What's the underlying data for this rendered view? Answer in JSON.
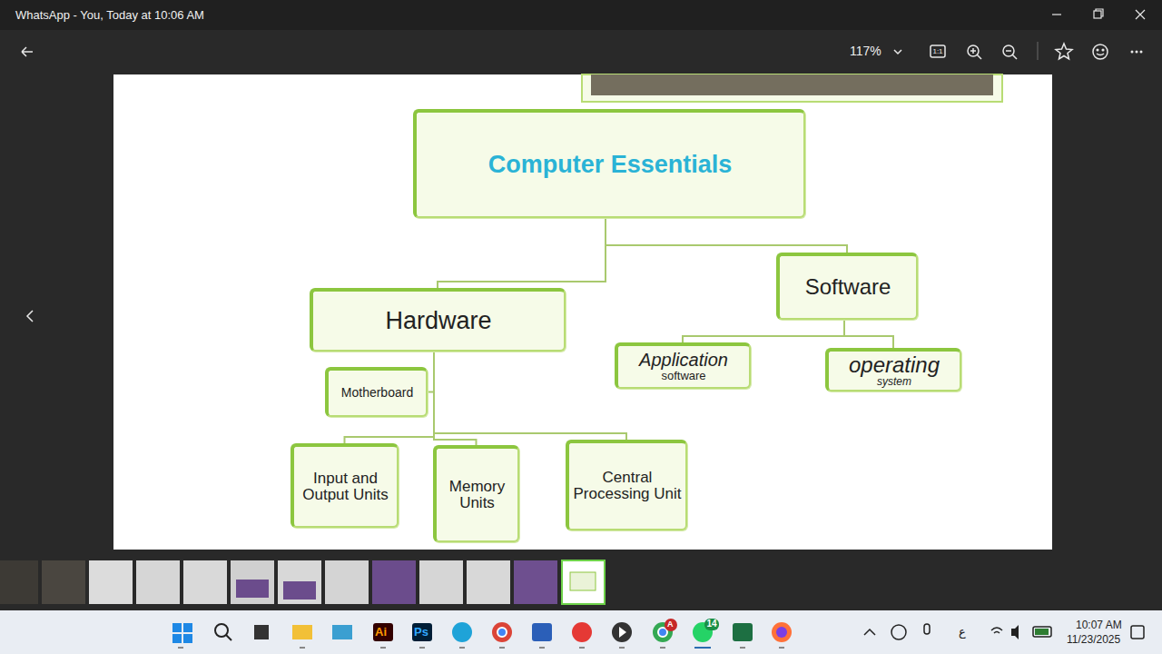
{
  "diagram": {
    "nodes": [
      {
        "text": [
          "Computer Essentials"
        ]
      },
      {
        "text": [
          "Hardware"
        ]
      },
      {
        "text": [
          "Software"
        ]
      },
      {
        "text": [
          "Application",
          "software"
        ]
      },
      {
        "text": [
          "operating",
          "system"
        ]
      },
      {
        "text": [
          "Motherboard"
        ]
      },
      {
        "text": [
          "Input and Output Units"
        ]
      },
      {
        "text": [
          "Memory Units"
        ]
      },
      {
        "text": [
          "Central Processing Unit"
        ]
      }
    ],
    "edges": [
      {
        "from": 0,
        "to": 1,
        "arrow": "none"
      },
      {
        "from": 0,
        "to": 2,
        "arrow": "none"
      },
      {
        "from": 2,
        "to": 3,
        "arrow": "none"
      },
      {
        "from": 2,
        "to": 4,
        "arrow": "none"
      },
      {
        "from": 1,
        "to": 5,
        "arrow": "none"
      },
      {
        "from": 1,
        "to": 6,
        "arrow": "none"
      },
      {
        "from": 1,
        "to": 7,
        "arrow": "none"
      },
      {
        "from": 1,
        "to": 8,
        "arrow": "none"
      }
    ],
    "labels": [
      "WhatsApp - You, Today at 10:06 AM",
      "117%",
      "1:1",
      "14",
      "A",
      "ع",
      "10:07 AM",
      "11/23/2025",
      "Ai",
      "Ps"
    ]
  }
}
